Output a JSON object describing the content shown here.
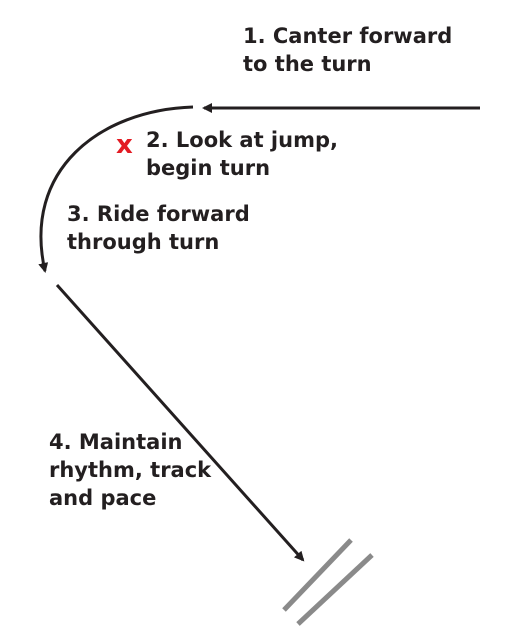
{
  "steps": [
    {
      "lines": [
        "1. Canter forward",
        "to the turn"
      ]
    },
    {
      "lines": [
        "2. Look at jump,",
        "begin turn"
      ]
    },
    {
      "lines": [
        "3. Ride forward",
        "through turn"
      ]
    },
    {
      "lines": [
        "4. Maintain",
        "rhythm, track",
        "and pace"
      ]
    }
  ],
  "look_marker": {
    "glyph": "x"
  },
  "colors": {
    "text": "#231f20",
    "path": "#231f20",
    "marker": "#e31b23",
    "jump_poles": "#8a8a8a"
  }
}
